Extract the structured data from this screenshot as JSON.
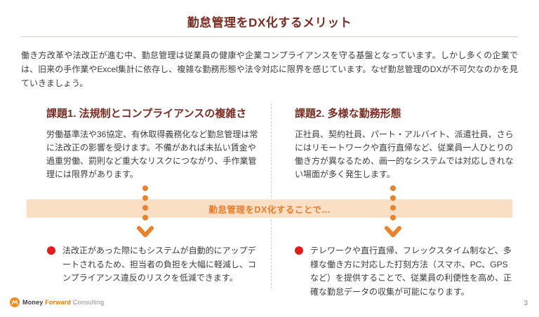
{
  "slide": {
    "title": "勤怠管理をDX化するメリット",
    "intro": "働き方改革や法改正が進む中、勤怠管理は従業員の健康や企業コンプライアンスを守る基盤となっています。しかし多くの企業では、旧来の手作業やExcel集計に依存し、複雑な勤務形態や法令対応に限界を感じています。なぜ勤怠管理のDXが不可欠なのかを見ていきましょう。",
    "page_number": "3"
  },
  "issues": [
    {
      "heading": "課題1. 法規制とコンプライアンスの複雑さ",
      "body": "労働基準法や36協定、有休取得義務化など勤怠管理は常に法改正の影響を受けます。不備があれば未払い賃金や過重労働、罰則など重大なリスクにつながり、手作業管理には限界があります。"
    },
    {
      "heading": "課題2. 多様な勤務形態",
      "body": "正社員、契約社員、パート・アルバイト、派遣社員、さらにはリモートワークや直行直帰など、従業員一人ひとりの働き方が異なるため、画一的なシステムでは対応しきれない場面が多く発生します。"
    }
  ],
  "banner": {
    "label": "勤怠管理をDX化することで..."
  },
  "benefits": [
    {
      "body": "法改正があった際にもシステムが自動的にアップデートされるため、担当者の負担を大幅に軽減し、コンプライアンス違反のリスクを低減できます。"
    },
    {
      "body": "テレワークや直行直帰、フレックスタイム制など、多様な働き方に対応した打刻方法（スマホ、PC、GPSなど）を提供することで、従業員の利便性を高め、正確な勤怠データの収集が可能になります。"
    }
  ],
  "footer": {
    "logo_money": "Money",
    "logo_forward": "Forward",
    "logo_consulting": "Consulting"
  },
  "colors": {
    "heading_maroon": "#7C2D23",
    "accent_orange": "#E8822C",
    "banner_background": "#FBDFC5",
    "bullet_red": "#E01E1E"
  }
}
